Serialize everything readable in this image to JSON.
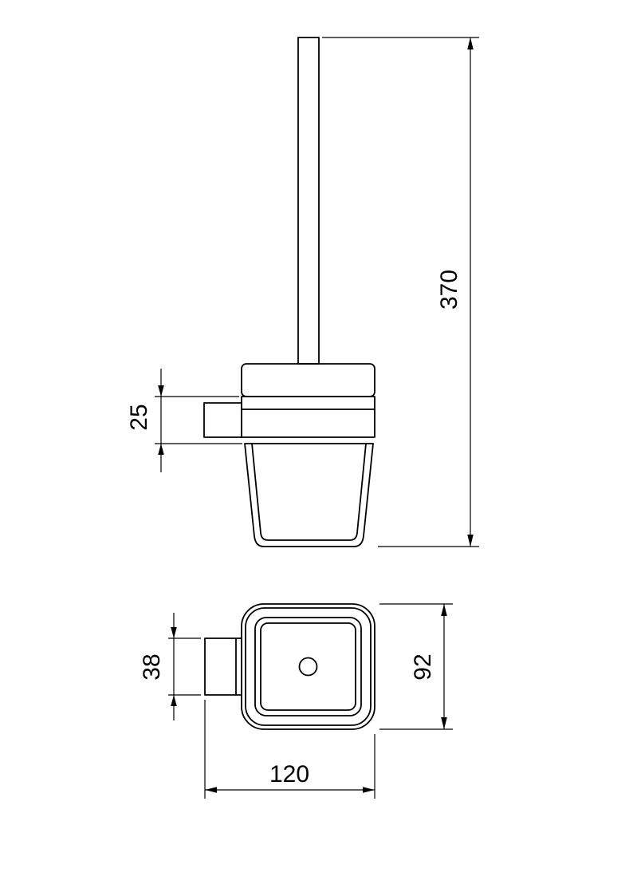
{
  "page": {
    "background": "#ffffff"
  },
  "drawing": {
    "stroke_color": "#000000",
    "dimensions": {
      "overall_height": {
        "value": "370",
        "orientation": "vertical"
      },
      "holder_height": {
        "value": "25",
        "orientation": "vertical"
      },
      "bracket_width": {
        "value": "38",
        "orientation": "vertical"
      },
      "body_depth": {
        "value": "92",
        "orientation": "vertical"
      },
      "overall_width": {
        "value": "120",
        "orientation": "horizontal"
      }
    }
  }
}
